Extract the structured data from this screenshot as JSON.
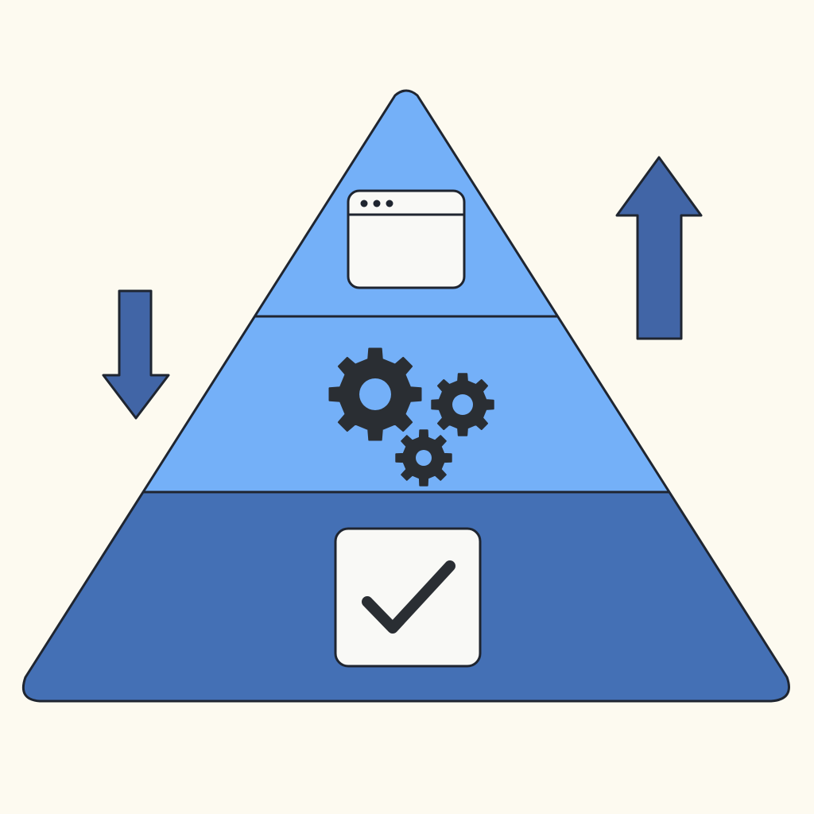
{
  "colors": {
    "background": "#fdfaf0",
    "tier_top": "#74b0f8",
    "tier_middle": "#74b0f8",
    "tier_bottom": "#4470b5",
    "arrow": "#4165a6",
    "outline": "#1f2530",
    "icon_card": "#f9f9f6",
    "gear": "#2a2e33"
  },
  "tiers": [
    {
      "position": "top",
      "icon": "browser-window-icon"
    },
    {
      "position": "middle",
      "icon": "gears-icon"
    },
    {
      "position": "bottom",
      "icon": "checkmark-icon"
    }
  ],
  "arrows": [
    {
      "direction": "down",
      "side": "left",
      "icon": "arrow-down-icon"
    },
    {
      "direction": "up",
      "side": "right",
      "icon": "arrow-up-icon"
    }
  ]
}
